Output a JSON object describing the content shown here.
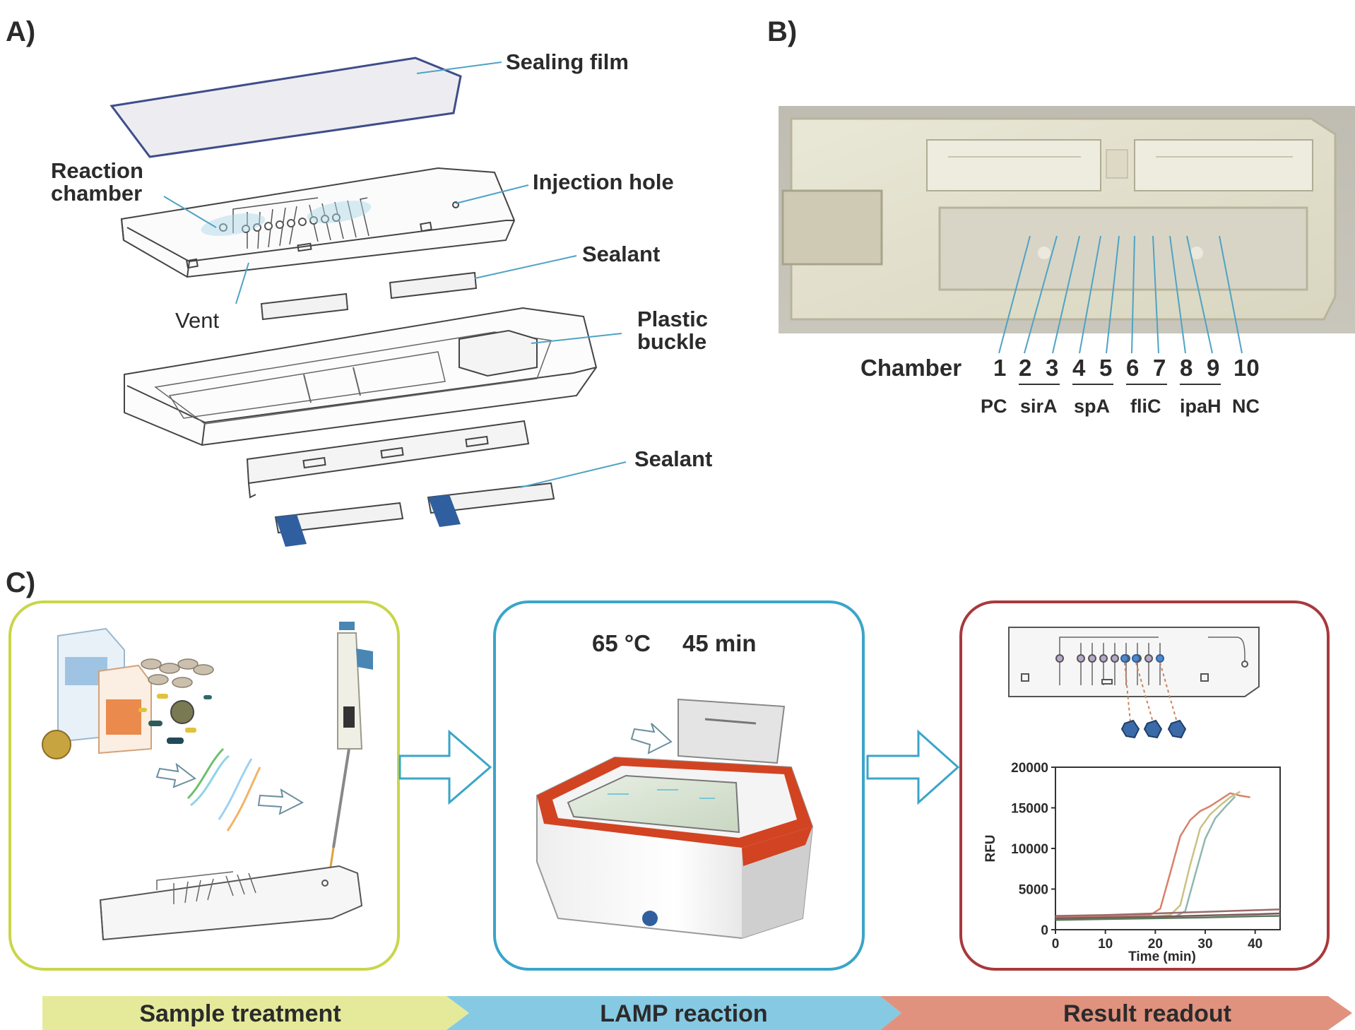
{
  "panels": {
    "a": "A)",
    "b": "B)",
    "c": "C)"
  },
  "panel_a": {
    "labels": {
      "sealing_film": "Sealing film",
      "reaction_chamber_1": "Reaction",
      "reaction_chamber_2": "chamber",
      "injection_hole": "Injection hole",
      "sealant_top": "Sealant",
      "vent": "Vent",
      "plastic_buckle_1": "Plastic",
      "plastic_buckle_2": "buckle",
      "sealant_bottom": "Sealant"
    }
  },
  "panel_b": {
    "chamber_label": "Chamber",
    "chambers": [
      "1",
      "2",
      "3",
      "4",
      "5",
      "6",
      "7",
      "8",
      "9",
      "10"
    ],
    "groups": [
      "PC",
      "sirA",
      "spA",
      "fliC",
      "ipaH",
      "NC"
    ]
  },
  "panel_c": {
    "condition_temp": "65 °C",
    "condition_time": "45 min",
    "steps": [
      "Sample treatment",
      "LAMP reaction",
      "Result readout"
    ],
    "colors": {
      "sample": "#c9d64a",
      "lamp": "#3aa5c9",
      "result": "#a8393c"
    }
  },
  "chart_data": {
    "type": "line",
    "xlabel": "Time (min)",
    "ylabel": "RFU",
    "xlim": [
      0,
      45
    ],
    "ylim": [
      0,
      20000
    ],
    "xticks": [
      0,
      10,
      20,
      30,
      40
    ],
    "yticks": [
      0,
      5000,
      10000,
      15000,
      20000
    ],
    "series": [
      {
        "color": "#d9806a",
        "x": [
          0,
          5,
          10,
          15,
          19,
          21,
          23,
          25,
          27,
          29,
          31,
          33,
          35,
          37,
          39
        ],
        "y": [
          1500,
          1600,
          1650,
          1700,
          1800,
          2600,
          7000,
          11500,
          13500,
          14600,
          15200,
          16000,
          16800,
          16500,
          16300
        ]
      },
      {
        "color": "#c9c283",
        "x": [
          0,
          5,
          10,
          15,
          20,
          23,
          25,
          27,
          29,
          31,
          33,
          35,
          37
        ],
        "y": [
          1400,
          1450,
          1500,
          1550,
          1650,
          1800,
          3000,
          8000,
          12500,
          14200,
          15300,
          16300,
          17000
        ]
      },
      {
        "color": "#8fb7b0",
        "x": [
          0,
          5,
          10,
          15,
          20,
          24,
          26,
          28,
          30,
          32,
          34,
          36
        ],
        "y": [
          1300,
          1350,
          1400,
          1450,
          1500,
          1600,
          2300,
          6800,
          11200,
          13700,
          15100,
          16400
        ]
      },
      {
        "color": "#9a6a6a",
        "x": [
          0,
          10,
          20,
          30,
          40,
          45
        ],
        "y": [
          1700,
          1800,
          2000,
          2200,
          2400,
          2500
        ]
      },
      {
        "color": "#7a5a5a",
        "x": [
          0,
          10,
          20,
          30,
          40,
          45
        ],
        "y": [
          1400,
          1500,
          1600,
          1750,
          1900,
          2000
        ]
      },
      {
        "color": "#5e7a5e",
        "x": [
          0,
          10,
          20,
          30,
          40,
          45
        ],
        "y": [
          1200,
          1300,
          1400,
          1500,
          1650,
          1700
        ]
      }
    ]
  }
}
